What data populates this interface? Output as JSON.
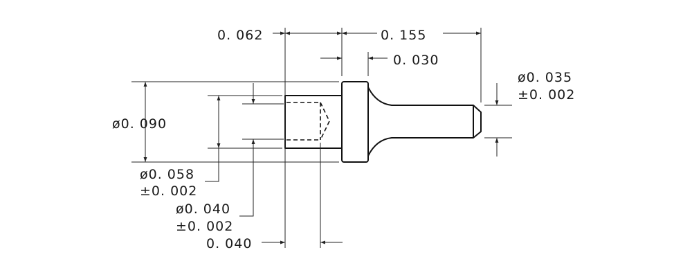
{
  "dimensions": {
    "flange_offset": "0. 062",
    "overall_pin_length": "0. 155",
    "flange_thickness": "0. 030",
    "pin_tip_diameter": "ø0. 035",
    "pin_tip_tolerance": "±0. 002",
    "flange_diameter": "ø0. 090",
    "shank_diameter": "ø0. 058",
    "shank_tolerance": "±0. 002",
    "bore_diameter": "ø0. 040",
    "bore_tolerance": "±0. 002",
    "bore_depth": "0. 040"
  }
}
